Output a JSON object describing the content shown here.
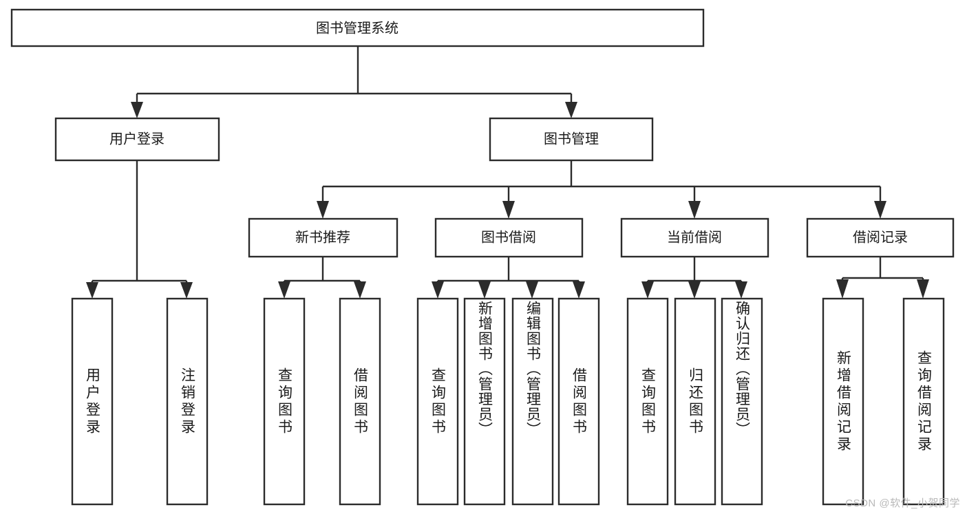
{
  "diagram": {
    "type": "hierarchy-tree",
    "title": "图书管理系统",
    "watermark": "CSDN @软件_小贺同学",
    "colors": {
      "stroke": "#2b2b2b",
      "fill": "#ffffff",
      "text": "#1a1a1a",
      "watermark": "#b9b9b9",
      "background": "#ffffff"
    },
    "root": {
      "id": "root",
      "label": "图书管理系统"
    },
    "level1": [
      {
        "id": "user-login",
        "label": "用户登录"
      },
      {
        "id": "book-manage",
        "label": "图书管理"
      }
    ],
    "level2": [
      {
        "id": "new-book-rec",
        "label": "新书推荐",
        "parent": "book-manage"
      },
      {
        "id": "book-borrow",
        "label": "图书借阅",
        "parent": "book-manage"
      },
      {
        "id": "current-borrow",
        "label": "当前借阅",
        "parent": "book-manage"
      },
      {
        "id": "borrow-record",
        "label": "借阅记录",
        "parent": "book-manage"
      }
    ],
    "leaves": [
      {
        "id": "leaf-user-login",
        "label": "用户登录",
        "parent": "user-login"
      },
      {
        "id": "leaf-logout",
        "label": "注销登录",
        "parent": "user-login"
      },
      {
        "id": "leaf-query-book-rec",
        "label": "查询图书",
        "parent": "new-book-rec"
      },
      {
        "id": "leaf-borrow-book-rec",
        "label": "借阅图书",
        "parent": "new-book-rec"
      },
      {
        "id": "leaf-query-book-borrow",
        "label": "查询图书",
        "parent": "book-borrow"
      },
      {
        "id": "leaf-add-book",
        "label": "新增图书（管理员）",
        "parent": "book-borrow"
      },
      {
        "id": "leaf-edit-book",
        "label": "编辑图书（管理员）",
        "parent": "book-borrow"
      },
      {
        "id": "leaf-borrow-book",
        "label": "借阅图书",
        "parent": "book-borrow"
      },
      {
        "id": "leaf-query-book-cur",
        "label": "查询图书",
        "parent": "current-borrow"
      },
      {
        "id": "leaf-return-book",
        "label": "归还图书",
        "parent": "current-borrow"
      },
      {
        "id": "leaf-confirm-return",
        "label": "确认归还（管理员）",
        "parent": "current-borrow"
      },
      {
        "id": "leaf-add-record",
        "label": "新增借阅记录",
        "parent": "borrow-record"
      },
      {
        "id": "leaf-query-record",
        "label": "查询借阅记录",
        "parent": "borrow-record"
      }
    ]
  }
}
